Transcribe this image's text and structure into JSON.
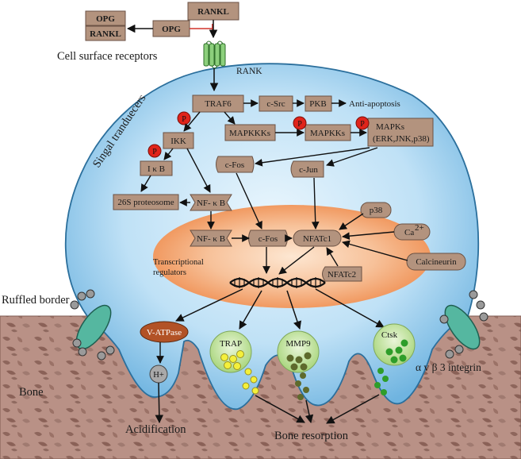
{
  "top": {
    "rankl": "RANKL",
    "opg": "OPG",
    "opg_complex_top": "OPG",
    "opg_complex_bottom": "RANKL",
    "cell_surface_receptors": "Cell surface receptors",
    "rank": "RANK"
  },
  "cell": {
    "signal_transducers": "Singal tranduecers",
    "traf6": "TRAF6",
    "c_src": "c-Src",
    "pkb": "PKB",
    "anti_apoptosis": "Anti-apoptosis",
    "mapkkks": "MAPKKKs",
    "mapkks": "MAPKKs",
    "mapks_line1": "MAPKs",
    "mapks_line2": "(ERK,JNK,p38)",
    "ikk": "IKK",
    "ikb": "I κ B",
    "proteosome": "26S proteosome",
    "nfkb": "NF- κ B",
    "c_fos": "c-Fos",
    "c_jun": "c-Jun",
    "phospho": "P"
  },
  "nucleus": {
    "nfkb": "NF- κ B",
    "c_fos": "c-Fos",
    "nfatc1": "NFATc1",
    "nfatc2": "NFATc2",
    "p38": "p38",
    "ca": "Ca",
    "ca_sup": "2+",
    "calcineurin": "Calcineurin",
    "transcriptional_line1": "Transcriptional",
    "transcriptional_line2": "regulators"
  },
  "bottom": {
    "ruffled_border": "Ruffled border",
    "v_atpase": "V-ATPase",
    "h_plus": "H+",
    "trap": "TRAP",
    "mmp9": "MMP9",
    "ctsk": "Ctsk",
    "integrin": "α v β 3 integrin",
    "bone": "Bone",
    "acidification": "Acidification",
    "bone_resorption": "Bone resorption"
  },
  "colors": {
    "box": "#b3937e",
    "box_stroke": "#6b5244",
    "cell_fill": "#a8d3ef",
    "nucleus": "#f2a36b",
    "bone": "#b99186",
    "phospho": "#e0241b",
    "v_atpase": "#b25226",
    "vesicle": "#c7e6a3",
    "integrin": "#55b7a0"
  }
}
